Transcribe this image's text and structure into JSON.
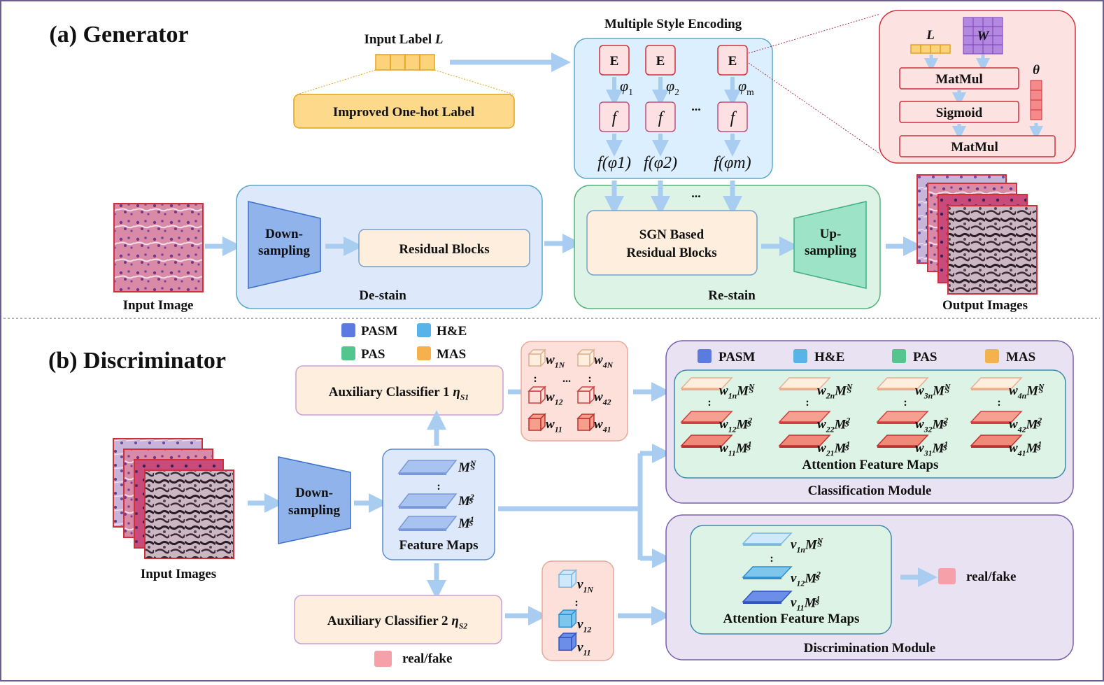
{
  "generator": {
    "title": "(a) Generator",
    "input_label": {
      "text": "Input Label ",
      "var": "L"
    },
    "one_hot": "Improved One-hot Label",
    "mse": {
      "title": "Multiple Style Encoding",
      "encoder": "E",
      "func": "f",
      "phi_symbol": "φ",
      "phi_subs": [
        "1",
        "2",
        "m"
      ],
      "outputs": [
        "f(φ1)",
        "f(φ2)",
        "f(φm)"
      ],
      "ellipsis": "..."
    },
    "detail": {
      "L": "L",
      "W": "W",
      "theta": "θ",
      "matmul1": "MatMul",
      "sigmoid": "Sigmoid",
      "matmul2": "MatMul"
    },
    "input_image": "Input Image",
    "downsampling": [
      "Down-",
      "sampling"
    ],
    "residual": "Residual Blocks",
    "destain": "De-stain",
    "sgn": [
      "SGN Based",
      "Residual Blocks"
    ],
    "upsampling": [
      "Up-",
      "sampling"
    ],
    "restain": "Re-stain",
    "output_images": "Output Images"
  },
  "discriminator": {
    "title": "(b) Discriminator",
    "legend1": [
      "PASM",
      "H&E",
      "PAS",
      "MAS"
    ],
    "legend_colors": {
      "PASM": "#5b7be0",
      "H&E": "#56b4e9",
      "PAS": "#55c590",
      "MAS": "#f5b24c"
    },
    "aux1": "Auxiliary Classifier 1 ",
    "aux1_sym": "η",
    "aux1_sub": "S1",
    "aux2": "Auxiliary Classifier 2 ",
    "aux2_sym": "η",
    "aux2_sub": "S2",
    "input_images": "Input Images",
    "downsampling": [
      "Down-",
      "sampling"
    ],
    "feature_maps": "Feature Maps",
    "fm_labels": [
      "N",
      "2",
      "1"
    ],
    "fm_base": "M",
    "fm_sub": "S",
    "w_labels": [
      [
        "1N",
        "4N"
      ],
      [
        "12",
        "42"
      ],
      [
        "11",
        "41"
      ]
    ],
    "w_base": "w",
    "v_labels": [
      "1N",
      "12",
      "11"
    ],
    "v_base": "v",
    "real_fake": "real/fake",
    "classification": {
      "legend": [
        "PASM",
        "H&E",
        "PAS",
        "MAS"
      ],
      "cols": [
        [
          "1n",
          "12",
          "11"
        ],
        [
          "2n",
          "22",
          "21"
        ],
        [
          "3n",
          "32",
          "31"
        ],
        [
          "4n",
          "42",
          "41"
        ]
      ],
      "sups": [
        "N",
        "2",
        "1"
      ],
      "attention": "Attention Feature Maps",
      "title": "Classification Module"
    },
    "discrimination": {
      "rows": [
        "1n",
        "12",
        "11"
      ],
      "sups": [
        "N",
        "2",
        "1"
      ],
      "attention": "Attention Feature Maps",
      "real_fake": "real/fake",
      "title": "Discrimination Module"
    }
  }
}
